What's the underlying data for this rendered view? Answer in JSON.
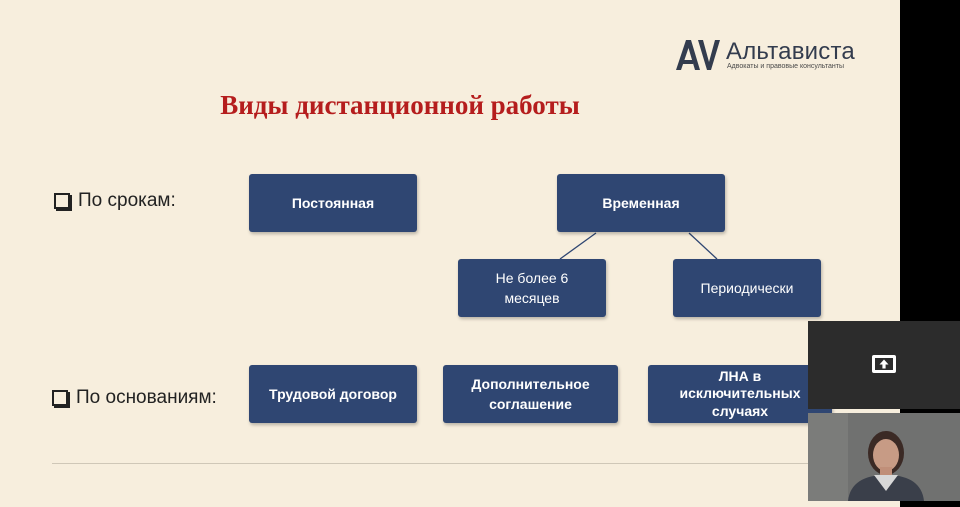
{
  "logo": {
    "name": "Альтависта",
    "tagline": "Адвокаты и правовые консультанты",
    "mark_color": "#333c4e"
  },
  "slide": {
    "title": "Виды дистанционной работы",
    "title_color": "#b51d1d",
    "background_color": "#f7eedd",
    "box_color": "#2f4672",
    "categories": [
      {
        "label": "По срокам:"
      },
      {
        "label": "По основаниям:"
      }
    ],
    "boxes": {
      "permanent": "Постоянная",
      "temporary": "Временная",
      "max_six_months": "Не более 6 месяцев",
      "periodic": "Периодически",
      "labor_contract": "Трудовой договор",
      "supplementary_agreement": "Дополнительное соглашение",
      "local_acts": "ЛНА в исключительных случаях"
    }
  },
  "overlay": {
    "share_icon": "screen-share-icon",
    "participant": "presenter-video"
  }
}
